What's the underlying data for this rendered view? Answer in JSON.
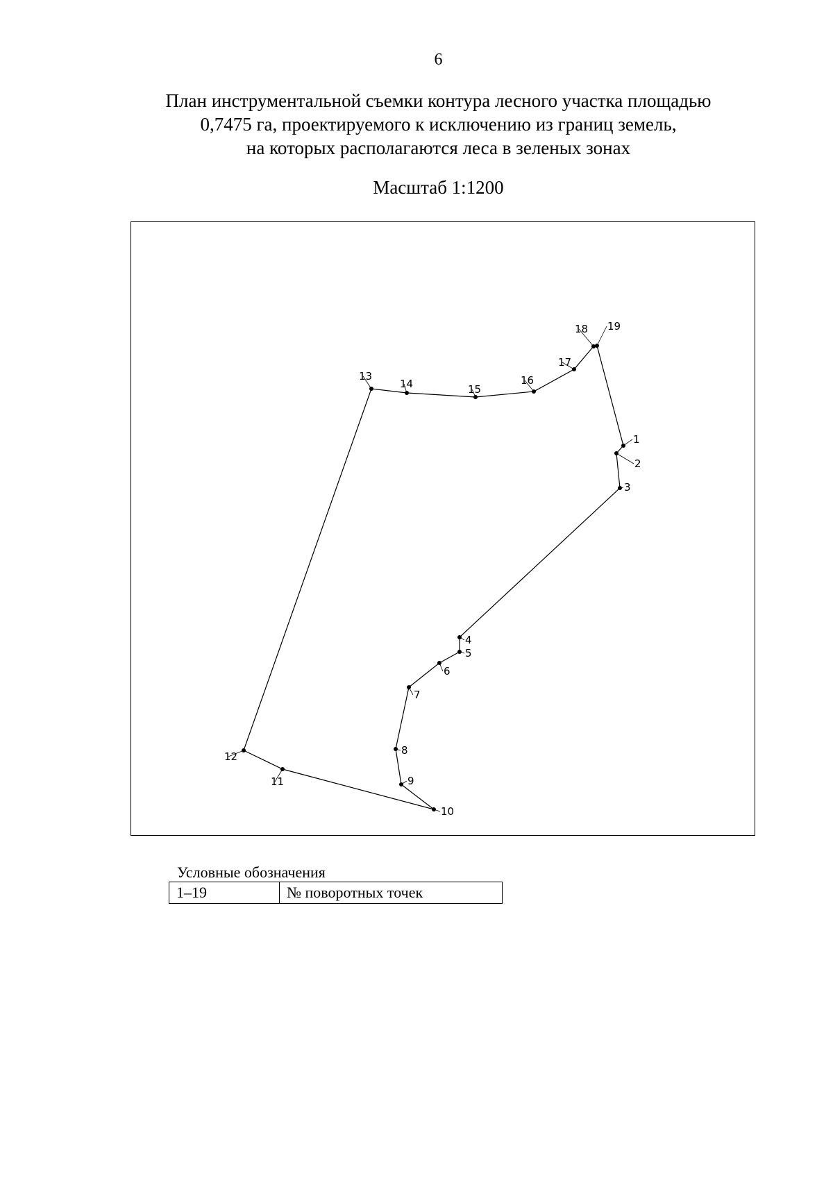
{
  "page_number": "6",
  "title_lines": [
    "План инструментальной съемки контура лесного участка площадью",
    "0,7475 га, проектируемого к исключению из границ земель,",
    "на которых располагаются леса в зеленых зонах"
  ],
  "scale_text": "Масштаб 1:1200",
  "plan": {
    "point_labels": [
      "1",
      "2",
      "3",
      "4",
      "5",
      "6",
      "7",
      "8",
      "9",
      "10",
      "11",
      "12",
      "13",
      "14",
      "15",
      "16",
      "17",
      "18",
      "19"
    ]
  },
  "legend": {
    "caption": "Условные обозначения",
    "rows": [
      {
        "symbol": "1–19",
        "meaning": "№ поворотных точек"
      }
    ]
  }
}
